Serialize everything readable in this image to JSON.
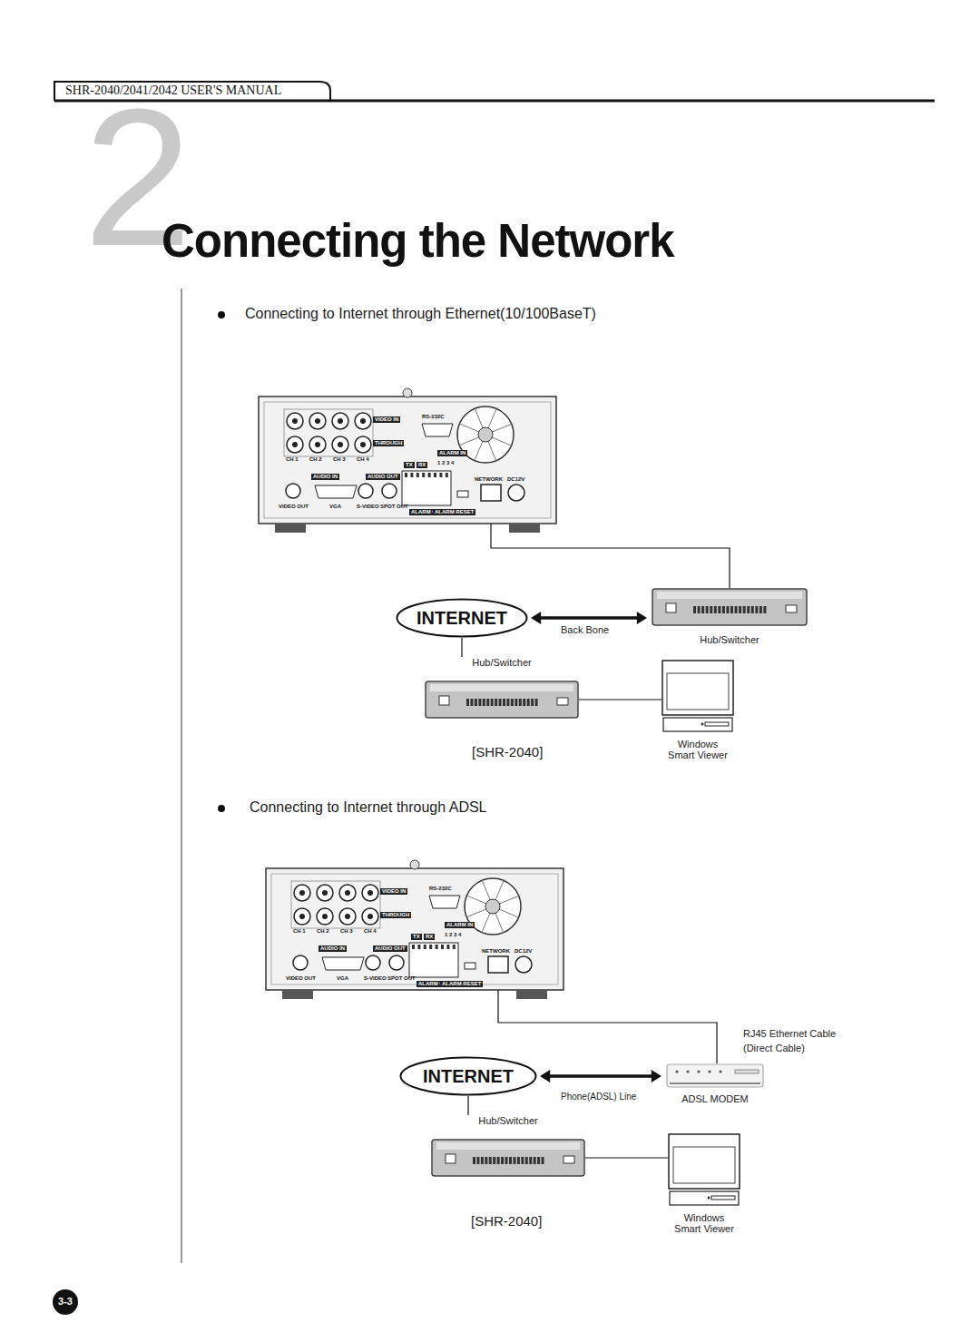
{
  "diagram": {
    "title": "Connecting the Network",
    "nodes": [
      {
        "text": [
          "VIDEO IN",
          "THROUGH",
          "RS-232C",
          "CH 1",
          "CH 2",
          "CH 3",
          "CH 4",
          "AUDIO IN",
          "AUDIO OUT",
          "ALARM IN",
          "1 2 3 4",
          "TX",
          "RX",
          "NETWORK",
          "DC12V",
          "VIDEO OUT",
          "VGA",
          "S-VIDEO",
          "SPOT OUT",
          "ALARM OUT",
          "ALARM RESET"
        ]
      },
      {
        "text": [
          "INTERNET"
        ]
      },
      {
        "text": [
          "Hub/Switcher"
        ]
      },
      {
        "text": [
          "Hub/Switcher"
        ]
      },
      {
        "text": [
          "Windows Smart Viewer"
        ]
      },
      {
        "text": [
          "VIDEO IN",
          "THROUGH",
          "RS-232C",
          "CH 1",
          "CH 2",
          "CH 3",
          "CH 4",
          "AUDIO IN",
          "AUDIO OUT",
          "ALARM IN",
          "1 2 3 4",
          "TX",
          "RX",
          "NETWORK",
          "DC12V",
          "VIDEO OUT",
          "VGA",
          "S-VIDEO",
          "SPOT OUT",
          "ALARM OUT",
          "ALARM RESET"
        ]
      },
      {
        "text": [
          "INTERNET"
        ]
      },
      {
        "text": [
          "ADSL MODEM"
        ]
      },
      {
        "text": [
          "Hub/Switcher"
        ]
      },
      {
        "text": [
          "Windows Smart Viewer"
        ]
      }
    ],
    "edges": [
      {
        "from": 0,
        "to": 2,
        "arrow": "none"
      },
      {
        "from": 1,
        "to": 2,
        "label": "Back Bone",
        "arrow": "both"
      },
      {
        "from": 1,
        "to": 3,
        "arrow": "none"
      },
      {
        "from": 3,
        "to": 4,
        "arrow": "none"
      },
      {
        "from": 5,
        "to": 7,
        "label": "RJ45 Ethernet Cable (Direct Cable)",
        "arrow": "none"
      },
      {
        "from": 6,
        "to": 7,
        "label": "Phone(ADSL) Line",
        "arrow": "both"
      },
      {
        "from": 6,
        "to": 8,
        "arrow": "none"
      },
      {
        "from": 8,
        "to": 9,
        "arrow": "none"
      }
    ],
    "labels": [
      "SHR-2040/2041/2042 USER'S MANUAL",
      "2",
      "Connecting to Internet through Ethernet(10/100BaseT)",
      "[SHR-2040]",
      "Connecting to Internet through ADSL",
      "[SHR-2040]",
      "3-3"
    ]
  }
}
